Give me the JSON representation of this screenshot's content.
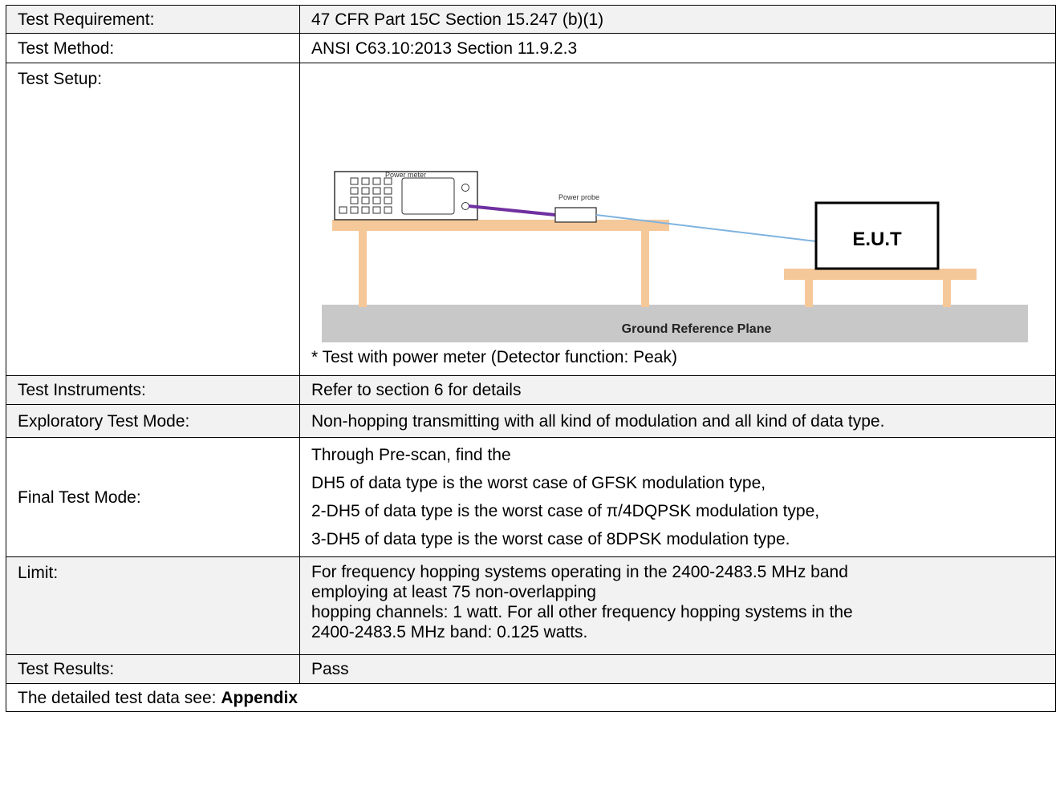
{
  "rows": {
    "requirement": {
      "label": "Test Requirement:",
      "value": "47 CFR Part 15C Section 15.247 (b)(1)"
    },
    "method": {
      "label": "Test Method:",
      "value": "ANSI C63.10:2013 Section 11.9.2.3"
    },
    "setup": {
      "label": "Test Setup:",
      "note": "* Test with power meter (Detector function: Peak)"
    },
    "instruments": {
      "label": "Test Instruments:",
      "value": "Refer to section 6 for details"
    },
    "exploratory": {
      "label": "Exploratory Test Mode:",
      "value": "Non-hopping transmitting with all kind of modulation and all kind of data type."
    },
    "final": {
      "label": "Final Test Mode:",
      "lines": [
        "Through Pre-scan, find the",
        "DH5 of data type is the worst case of GFSK modulation type,",
        "2-DH5 of data type is the worst case of π/4DQPSK modulation type,",
        "3-DH5 of data type is the worst case of 8DPSK modulation type."
      ]
    },
    "limit": {
      "label": "Limit:",
      "lines": [
        "For frequency hopping systems operating in the 2400-2483.5 MHz band",
        "employing at least 75 non-overlapping",
        "hopping channels: 1 watt. For all other frequency hopping systems in the",
        "2400-2483.5 MHz band: 0.125 watts."
      ]
    },
    "results": {
      "label": "Test Results:",
      "value": "Pass"
    }
  },
  "footer": {
    "prefix": "The detailed test data see: ",
    "bold": "Appendix"
  },
  "diagram": {
    "power_meter": "Power meter",
    "power_probe": "Power probe",
    "eut": "E.U.T",
    "ground": "Ground Reference Plane"
  },
  "colors": {
    "table_wood": "#f5c89a",
    "ground": "#c8c8c8",
    "cable_meter": "#7030a0",
    "cable_probe": "#7fb3e0"
  }
}
